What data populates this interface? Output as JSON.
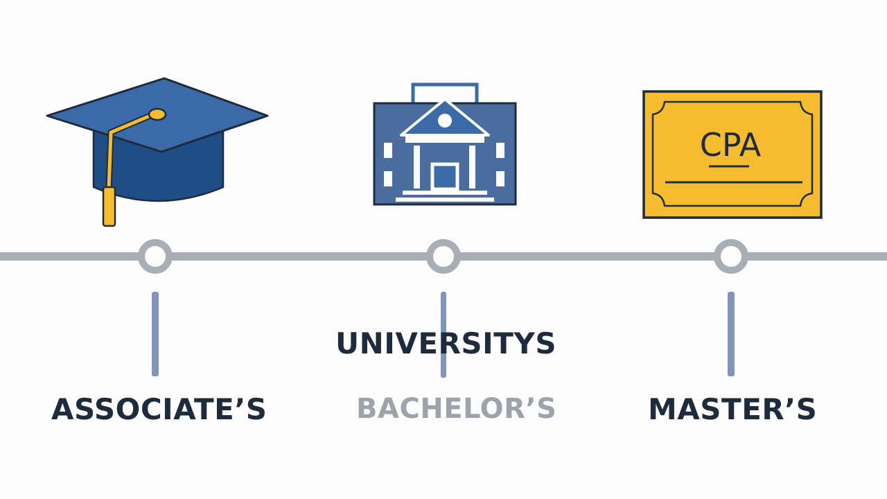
{
  "colors": {
    "navy": "#1e2b3c",
    "blue": "#3a6aa8",
    "dark_blue": "#1f4e87",
    "gold": "#f5bc2f",
    "gray_line": "#a9adb5",
    "stem_blue": "#7f95bc",
    "muted_text": "#9ea3ab"
  },
  "icons": {
    "associate": "graduation-cap-icon",
    "bachelor": "university-building-icon",
    "master": "certificate-icon"
  },
  "certificate": {
    "text": "CPA"
  },
  "milestones": [
    {
      "label": "ASSOCIATE’S"
    },
    {
      "label": "BACHELOR’S"
    },
    {
      "label": "MASTER’S"
    }
  ],
  "universities_label": "UNIVERSITYS"
}
